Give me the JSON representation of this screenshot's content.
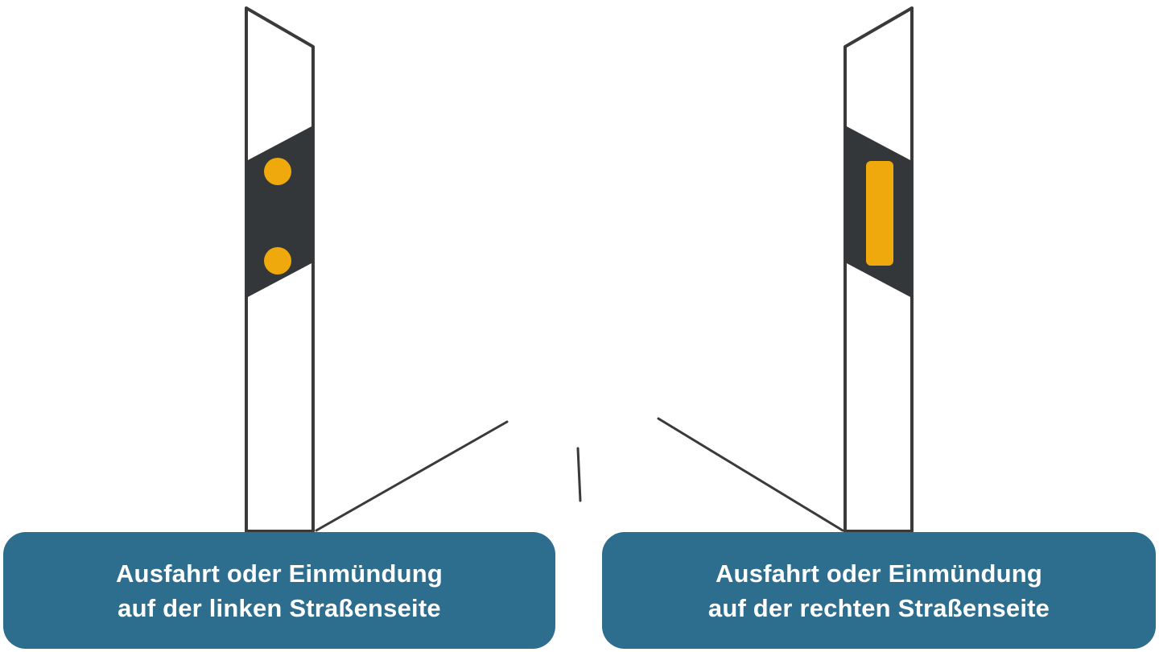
{
  "figures": [
    {
      "id": "left-delineator",
      "marker": "two-round-reflectors",
      "caption_line1": "Ausfahrt oder Einmündung",
      "caption_line2": "auf der linken Straßenseite"
    },
    {
      "id": "right-delineator",
      "marker": "vertical-bar-reflector",
      "caption_line1": "Ausfahrt oder Einmündung",
      "caption_line2": "auf der rechten Straßenseite"
    }
  ],
  "colors": {
    "background": "#ffffff",
    "outline": "#3a3a3a",
    "band": "#33373a",
    "reflector": "#f0a90c",
    "caption_bg": "#2d6d8d",
    "caption_text": "#ffffff"
  }
}
